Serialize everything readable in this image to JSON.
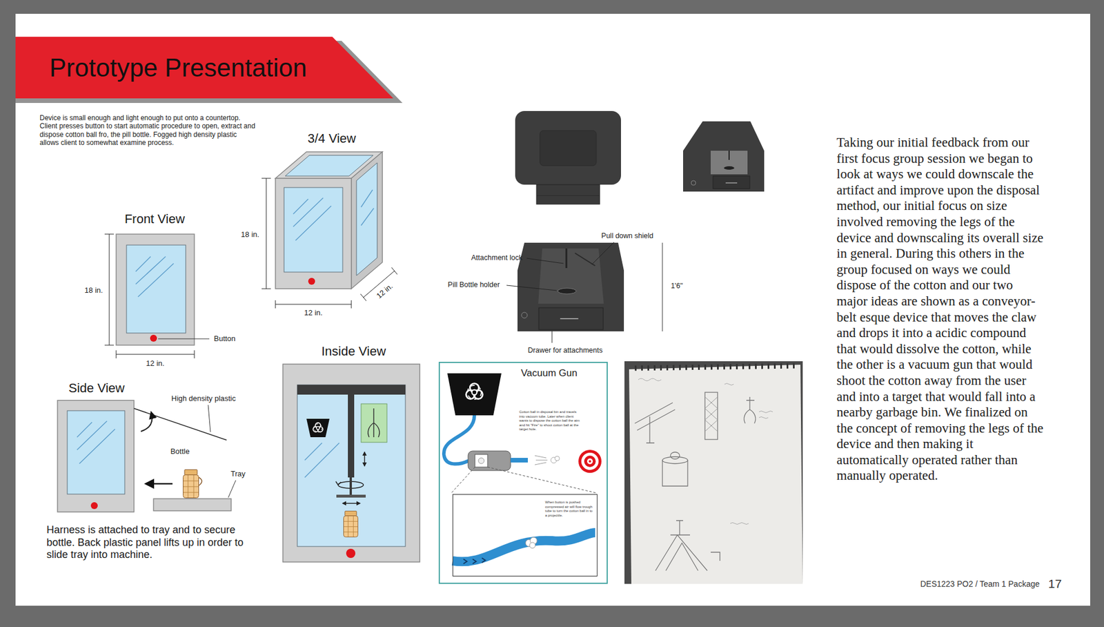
{
  "diagram": {
    "title": "Prototype Presentation",
    "nodes": [
      {
        "text": [
          "Vacuum Gun",
          "Cotton ball in disposal bin and travels into vacuum tube. Later when client wants to dispose the cotton ball the aim and hit \"Fire\" to shoot cotton ball at the target hole."
        ]
      },
      {
        "text": [
          "When button is pushed compressed air will flow trough tube to turn the cotton ball in to a projectile."
        ],
        "in": 0
      }
    ],
    "labels": [
      "Device is small enough and light enough to put onto a countertop. Client presses button to start automatic procedure to open, extract and dispose cotton ball fro, the pill bottle. Fogged high density plastic allows client to somewhat examine process.",
      "Front View",
      "18 in.",
      "12 in.",
      "Button",
      "3/4 View",
      "18 in.",
      "12 in.",
      "12 in.",
      "Side View",
      "High density plastic",
      "Bottle",
      "Tray",
      "Harness is attached to tray and to secure bottle. Back plastic panel lifts up in order to slide tray into machine.",
      "Inside View",
      "Pull down shield",
      "Attachment lock",
      "Pill Bottle holder",
      "1'6\"",
      "Drawer for attachments",
      "Taking our initial feedback from our first focus group session we began to look at ways we could downscale the artifact and improve upon the disposal method, our initial focus on size involved removing the legs of the device and downscaling its overall size in general. During this others in the group focused on ways we could dispose of the cotton and our two major ideas are shown as a conveyor-belt esque device that moves the claw and drops it into a acidic compound that would dissolve the cotton, while the other is a vacuum gun that would shoot the cotton away from the user and into a target that would fall into a nearby garbage bin. We finalized on the concept of removing the legs of the device and then making it automatically operated rather than manually operated.",
      "DES1223 PO2 / Team 1 Package",
      "17"
    ]
  }
}
